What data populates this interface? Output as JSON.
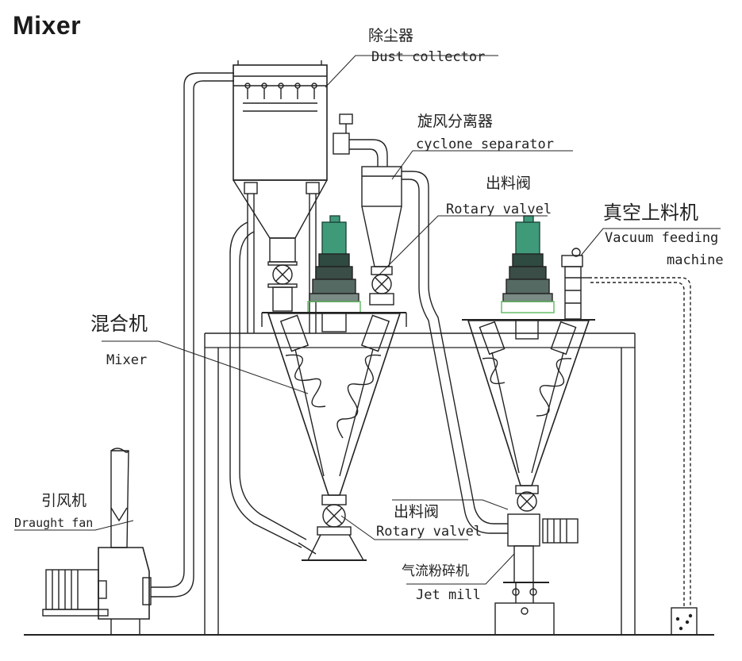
{
  "title": "Mixer",
  "colors": {
    "line": "#222222",
    "motor_green": "#3f9a7a",
    "gearbox_dark": "#2f4a40",
    "flange_green": "#5cb85c"
  },
  "labels": {
    "dust_collector": {
      "cn": "除尘器",
      "en": "Dust collector"
    },
    "cyclone_separator": {
      "cn": "旋风分离器",
      "en": "cyclone separator"
    },
    "rotary_valve_top": {
      "cn": "出料阀",
      "en": "Rotary valvel"
    },
    "vacuum_feeding": {
      "cn": "真空上料机",
      "en_line1": "Vacuum feeding",
      "en_line2": "machine"
    },
    "mixer": {
      "cn": "混合机",
      "en": "Mixer"
    },
    "draught_fan": {
      "cn": "引风机",
      "en": "Draught fan"
    },
    "rotary_valve_bottom": {
      "cn": "出料阀",
      "en": "Rotary valvel"
    },
    "jet_mill": {
      "cn": "气流粉碎机",
      "en": "Jet mill"
    }
  }
}
